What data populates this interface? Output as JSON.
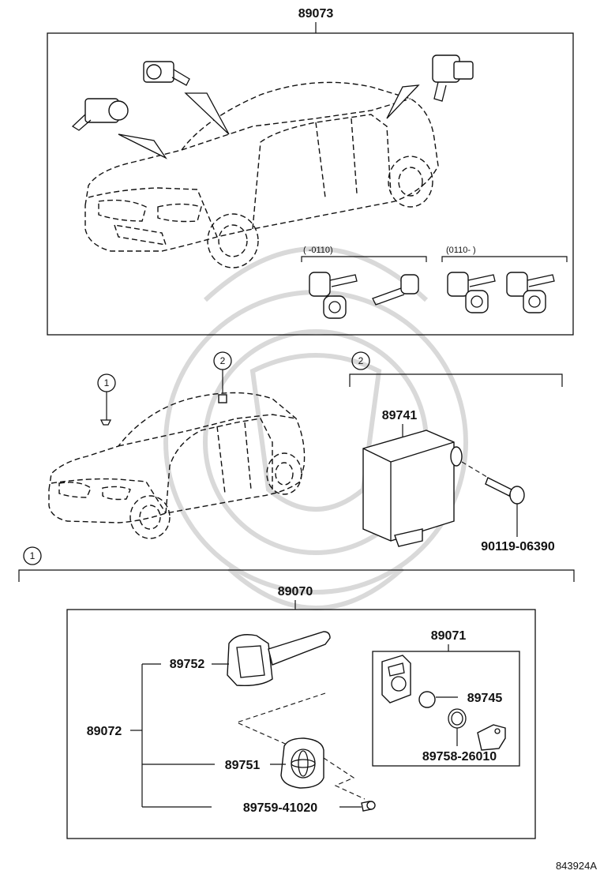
{
  "parts": {
    "p89073": "89073",
    "p89741": "89741",
    "p90119": "90119-06390",
    "p89070": "89070",
    "p89071": "89071",
    "p89752": "89752",
    "p89072": "89072",
    "p89751": "89751",
    "p89745": "89745",
    "p89758": "89758-26010",
    "p89759": "89759-41020"
  },
  "date_ranges": {
    "before": "(      -0110)",
    "after": "(0110-       )"
  },
  "callouts": {
    "c1": "1",
    "c2": "2"
  },
  "footer": {
    "diagram_id": "843924A"
  }
}
